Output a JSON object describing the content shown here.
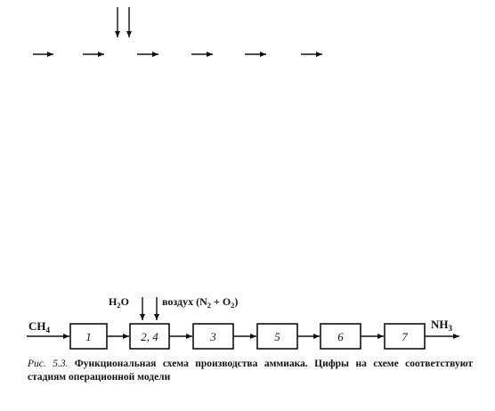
{
  "upper_fragment": {
    "description_arrows": "stray arrows only, no text"
  },
  "diagram": {
    "inputs": {
      "feed": "CH",
      "feed_sub": "4",
      "water": "H",
      "water_sub": "2",
      "water_tail": "O",
      "air": "воздух (N",
      "air_sub1": "2",
      "air_mid": " + O",
      "air_sub2": "2",
      "air_tail": ")"
    },
    "output": {
      "product": "NH",
      "product_sub": "3"
    },
    "blocks": [
      "1",
      "2, 4",
      "3",
      "5",
      "6",
      "7"
    ]
  },
  "caption": {
    "figure_label": "Рис. 5.3.",
    "text": "Функциональная схема производства аммиака. Цифры на схеме соответствуют стадиям операционной модели"
  }
}
